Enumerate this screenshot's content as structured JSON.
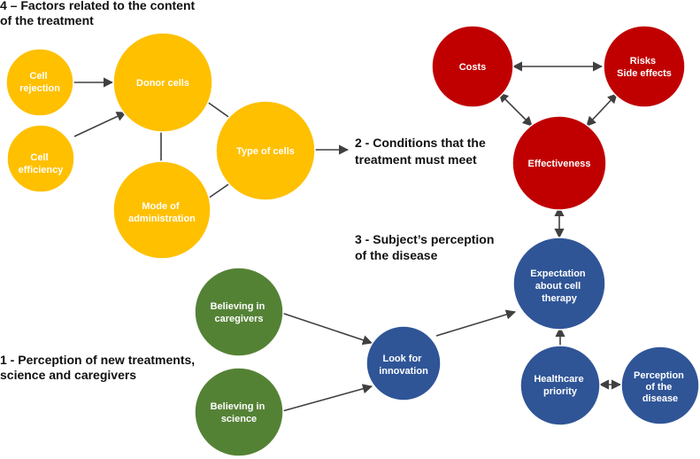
{
  "colors": {
    "content_factor": "#FFC000",
    "condition": "#C00000",
    "perception": "#2F5597",
    "belief": "#548235",
    "edge": "#404040",
    "node_stroke": "#ffffff"
  },
  "sections": {
    "content_factors": [
      "4 – Factors related to the content",
      "of the treatment"
    ],
    "conditions": [
      "2 - Conditions that the",
      "treatment must meet"
    ],
    "subject_perception": [
      "3 - Subject’s perception",
      "of the disease"
    ],
    "new_treatments": [
      "1 - Perception of new treatments,",
      "science and caregivers"
    ]
  },
  "nodes": {
    "cell_rejection": [
      "Cell",
      "rejection"
    ],
    "cell_efficiency": [
      "Cell",
      "efficiency"
    ],
    "donor_cells": [
      "Donor cells"
    ],
    "mode_of_administration": [
      "Mode of",
      "administration"
    ],
    "type_of_cells": [
      "Type of cells"
    ],
    "costs": [
      "Costs"
    ],
    "risks_side_effects": [
      "Risks",
      "Side effects"
    ],
    "effectiveness": [
      "Effectiveness"
    ],
    "expectation_cell_therapy": [
      "Expectation",
      "about cell",
      "therapy"
    ],
    "healthcare_priority": [
      "Healthcare",
      "priority"
    ],
    "perception_of_disease": [
      "Perception",
      "of the",
      "disease"
    ],
    "look_for_innovation": [
      "Look for",
      "innovation"
    ],
    "believing_caregivers": [
      "Believing in",
      "caregivers"
    ],
    "believing_science": [
      "Believing in",
      "science"
    ]
  }
}
